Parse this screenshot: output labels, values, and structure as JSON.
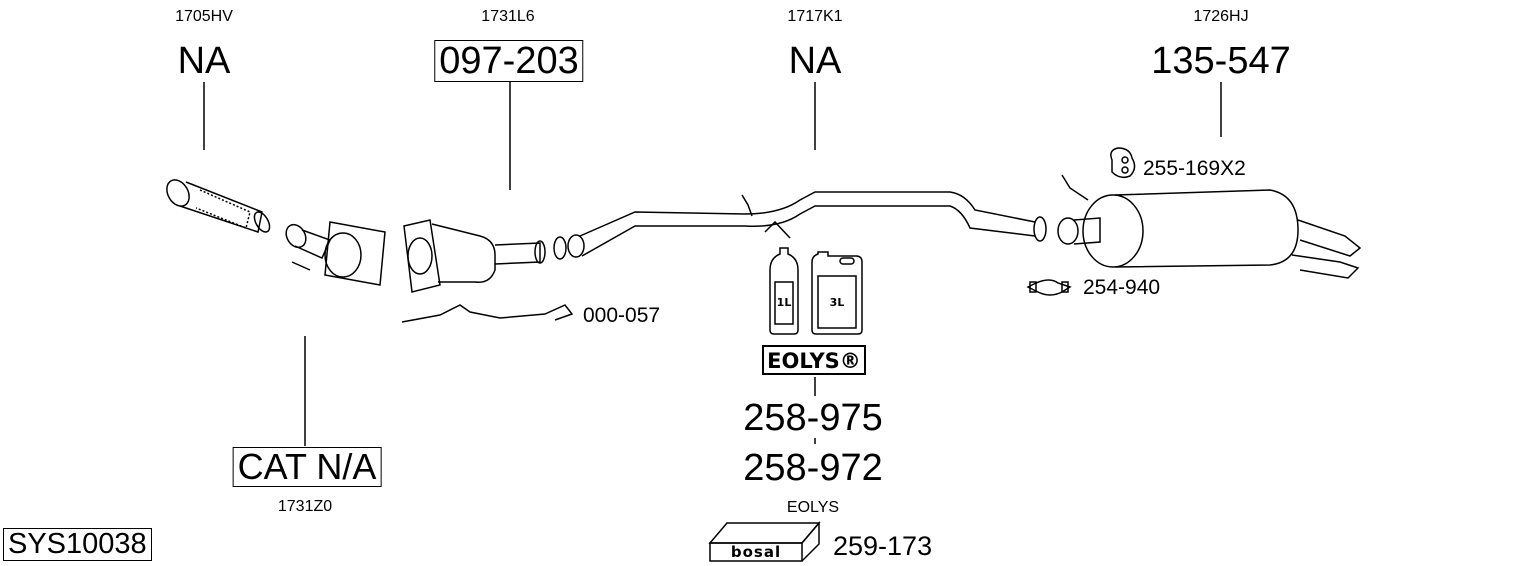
{
  "parts": [
    {
      "code": "1705HV",
      "ref": "NA",
      "boxed": false
    },
    {
      "code": "1731L6",
      "ref": "097-203",
      "boxed": true
    },
    {
      "code": "1717K1",
      "ref": "NA",
      "boxed": false
    },
    {
      "code": "1726HJ",
      "ref": "135-547",
      "boxed": false
    }
  ],
  "catalyst": {
    "ref": "CAT N/A",
    "code": "1731Z0"
  },
  "system_id": "SYS10038",
  "sensor": {
    "ref": "000-057"
  },
  "rubber_mount": {
    "ref": "255-169X2"
  },
  "clamp": {
    "ref": "254-940"
  },
  "additive": {
    "bottle_small": "1L",
    "bottle_large": "3L",
    "brand": "EOLYS®",
    "refs": [
      "258-975",
      "258-972"
    ],
    "kit_label": "EOLYS",
    "kit_brand": "bosal",
    "kit_ref": "259-173"
  }
}
